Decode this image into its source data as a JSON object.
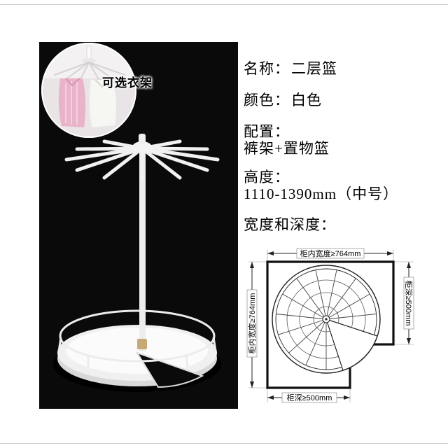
{
  "photo": {
    "caption": "可选衣架"
  },
  "specs": [
    {
      "label": "名称：",
      "value": "二层篮"
    },
    {
      "label": "颜色：",
      "value": "白色"
    },
    {
      "label": "配置：",
      "value": "裤架+置物篮"
    },
    {
      "label": "高度：",
      "value": "1110-1390mm（中号）"
    },
    {
      "label": "宽度和深度：",
      "value": ""
    }
  ],
  "diagram": {
    "top_label": "柜内宽度≥764mm",
    "left_label": "柜内宽度≥764mm",
    "right_label": "柜深≥500mm",
    "bottom_label": "柜深≥500mm"
  },
  "colors": {
    "page_background": "#ffffff",
    "photo_background": "#0a0a0a",
    "product_white": "#f2f2f2",
    "text": "#000000",
    "diagram_outline": "#111111",
    "connector_beige": "#c9a878",
    "shirt_pink": "#e9b3c9"
  }
}
